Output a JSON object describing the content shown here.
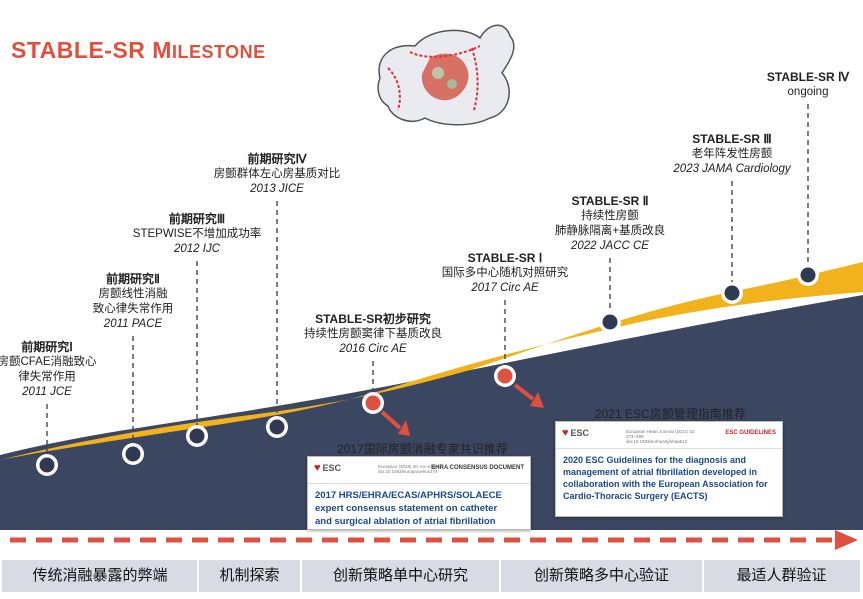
{
  "title": {
    "prefix": "STABLE-SR M",
    "rest": "ILESTONE"
  },
  "colors": {
    "accent": "#e0503f",
    "wave": "#f2b21b",
    "navy": "#3b4660",
    "dot": "#2f3a52",
    "arrow_red": "#e0503f"
  },
  "milestones": [
    {
      "head": "前期研究Ⅰ",
      "lines": [
        "房颤CFAE消融致心",
        "律失常作用"
      ],
      "cite": "2011 JCE",
      "dot": "navy"
    },
    {
      "head": "前期研究Ⅱ",
      "lines": [
        "房颤线性消融",
        "致心律失常作用"
      ],
      "cite": "2011 PACE",
      "dot": "navy"
    },
    {
      "head": "前期研究Ⅲ",
      "lines": [
        "STEPWISE不增加成功率"
      ],
      "cite": "2012 IJC",
      "dot": "navy"
    },
    {
      "head": "前期研究Ⅳ",
      "lines": [
        "房颤群体左心房基质对比"
      ],
      "cite": "2013 JICE",
      "dot": "navy"
    },
    {
      "head": "STABLE-SR初步研究",
      "lines": [
        "持续性房颤窦律下基质改良"
      ],
      "cite": "2016 Circ AE",
      "dot": "red"
    },
    {
      "head": "STABLE-SR Ⅰ",
      "lines": [
        "国际多中心随机对照研究"
      ],
      "cite": "2017 Circ AE",
      "dot": "red"
    },
    {
      "head": "STABLE-SR Ⅱ",
      "lines": [
        "持续性房颤",
        "肺静脉隔离+基质改良"
      ],
      "cite": "2022 JACC CE",
      "dot": "navy"
    },
    {
      "head": "STABLE-SR Ⅲ",
      "lines": [
        "老年阵发性房颤"
      ],
      "cite": "2023 JAMA Cardiology",
      "dot": "navy"
    },
    {
      "head": "STABLE-SR Ⅳ",
      "lines": [],
      "cite": "ongoing",
      "dot": "navy"
    }
  ],
  "guidelines": [
    {
      "caption": "2017国际房颤消融专家共识推荐",
      "logo": "ESC",
      "tag": "EHRA CONSENSUS DOCUMENT",
      "journal": "Europace (2018) 20, e1–e160 doi:10.1093/europace/eux274",
      "text": [
        "2017 HRS/EHRA/ECAS/APHRS/SOLAECE",
        "expert consensus statement on catheter",
        "and surgical ablation of atrial fibrillation"
      ]
    },
    {
      "caption": "2021 ESC房颤管理指南推荐",
      "logo": "ESC",
      "tag": "ESC GUIDELINES",
      "journal": "European Heart Journal (2021) 42, 373–498 doi:10.1093/eurheartj/ehaa612",
      "text": [
        "2020 ESC Guidelines for the diagnosis and",
        "management of atrial fibrillation developed in",
        "collaboration with the European Association for",
        "Cardio-Thoracic Surgery (EACTS)"
      ]
    }
  ],
  "phases": [
    "传统消融暴露的弊端",
    "机制探索",
    "创新策略单中心研究",
    "创新策略多中心验证",
    "最适人群验证"
  ]
}
